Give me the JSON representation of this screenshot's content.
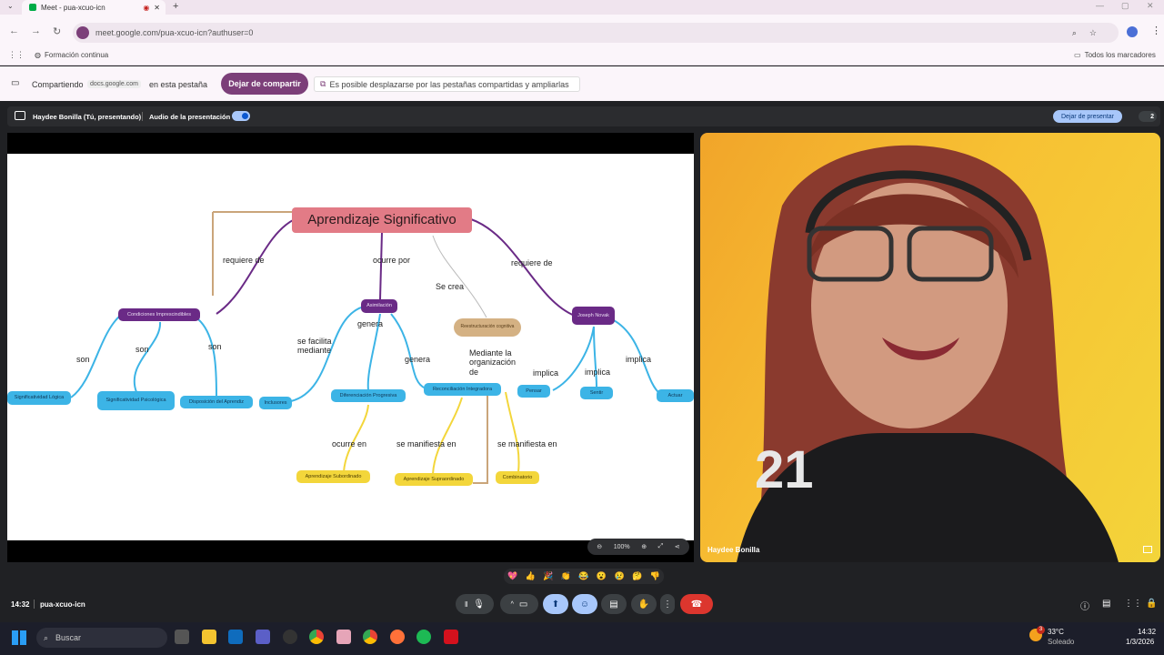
{
  "browser": {
    "tab_title": "Meet - pua-xcuo-icn",
    "url": "meet.google.com/pua-xcuo-icn?authuser=0",
    "bookmark_left": "Formación continua",
    "bookmark_right": "Todos los marcadores"
  },
  "sharebar": {
    "sharing_label": "Compartiendo",
    "shared_site": "docs.google.com",
    "in_tab": "en esta pestaña",
    "stop_sharing": "Dejar de compartir",
    "info": "Es posible desplazarse por las pestañas compartidas y ampliarlas"
  },
  "presbar": {
    "presenter": "Haydee Bonilla (Tú, presentando)",
    "audio": "Audio de la presentación",
    "stop_presenting": "Dejar de presentar",
    "participants": "2"
  },
  "map": {
    "title": "Aprendizaje Significativo",
    "nodes": {
      "condiciones": "Condiciones Imprescindibles",
      "asimilacion": "Asimilación",
      "reestructuracion": "Reestructuración cognitiva",
      "joseph": "Joseph Novak",
      "sig_logica": "Significatividad Lógica",
      "sig_psico": "Significatividad Psicológica",
      "disposicion": "Disposición del Aprendiz",
      "inclusores": "Inclusores",
      "diferenciacion": "Diferenciación Progresiva",
      "reconciliacion": "Reconciliación Integradora",
      "pensar": "Pensar",
      "sentir": "Sentir",
      "actuar": "Actuar",
      "subordinado": "Aprendizaje Subordinado",
      "supraordinado": "Aprendizaje Supraordinado",
      "combinatorio": "Combinatorio"
    },
    "labels": {
      "requiere1": "requiere de",
      "ocurre": "ocurre por",
      "secrea": "Se crea",
      "requiere2": "requiere de",
      "son1": "son",
      "son2": "son",
      "son3": "son",
      "facilita": "se facilita\nmediante",
      "genera1": "genera",
      "genera2": "genera",
      "mediante": "Mediante la\norganización\nde",
      "implica1": "implica",
      "implica2": "implica",
      "implica3": "implica",
      "ocurreen": "ocurre en",
      "manifiesta1": "se manifiesta en",
      "manifiesta2": "se manifiesta en"
    }
  },
  "zoom": {
    "level": "100%"
  },
  "camera": {
    "name": "Haydee Bonilla"
  },
  "reactions": [
    "💖",
    "👍",
    "🎉",
    "👏",
    "😂",
    "😮",
    "😢",
    "🤔",
    "👎"
  ],
  "meeting": {
    "time": "14:32",
    "code": "pua-xcuo-icn"
  },
  "taskbar": {
    "search": "Buscar",
    "weather_temp": "33°C",
    "weather_desc": "Soleado",
    "weather_badge": "3",
    "clock_time": "14:32",
    "clock_date": "1/3/2026"
  },
  "colors": {
    "purple": "#6a2a86",
    "blue": "#3cb4e6",
    "yellow": "#f3d63b",
    "title_bg": "#e27b86",
    "stop_share": "#7c3f79"
  }
}
